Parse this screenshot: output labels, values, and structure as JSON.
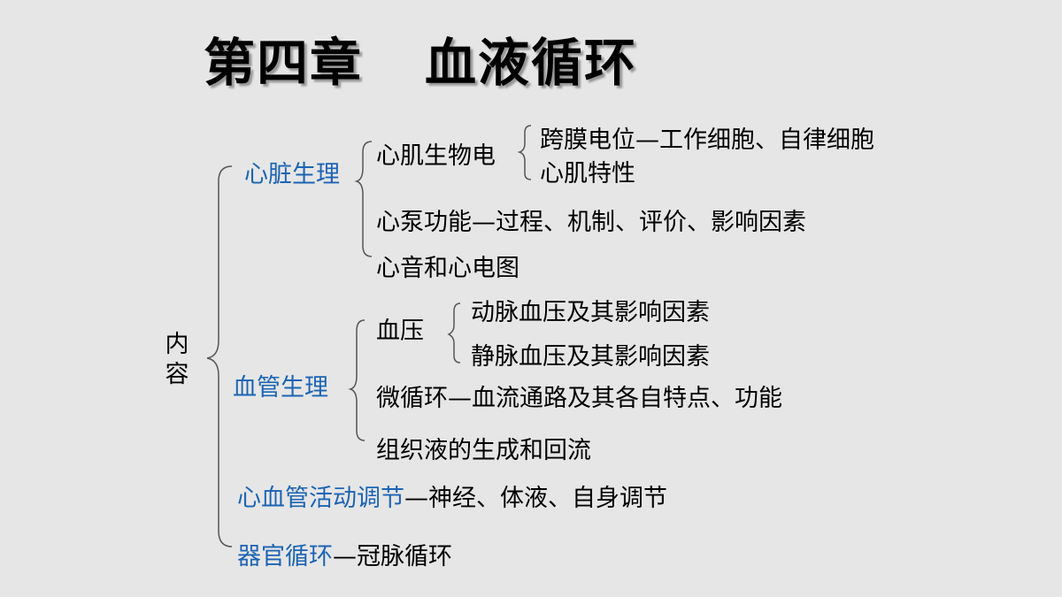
{
  "title": {
    "chapter": "第四章",
    "name": "血液循环"
  },
  "root_label": "内容",
  "heart": {
    "label": "心脏生理",
    "muscle_label": "心肌生物电",
    "muscle_items": [
      "跨膜电位—工作细胞、自律细胞",
      "心肌特性"
    ],
    "pump": "心泵功能—过程、机制、评价、影响因素",
    "sound": "心音和心电图"
  },
  "vessel": {
    "label": "血管生理",
    "bp_label": "血压",
    "bp_items": [
      "动脉血压及其影响因素",
      "静脉血压及其影响因素"
    ],
    "micro": "微循环—血流通路及其各自特点、功能",
    "tissue": "组织液的生成和回流"
  },
  "regulation": {
    "label": "心血管活动调节",
    "rest": "—神经、体液、自身调节"
  },
  "organ": {
    "label": "器官循环",
    "rest": "—冠脉循环"
  },
  "colors": {
    "background": "#e6e6e6",
    "heading_blue": "#1c64b4",
    "text": "#000000"
  }
}
